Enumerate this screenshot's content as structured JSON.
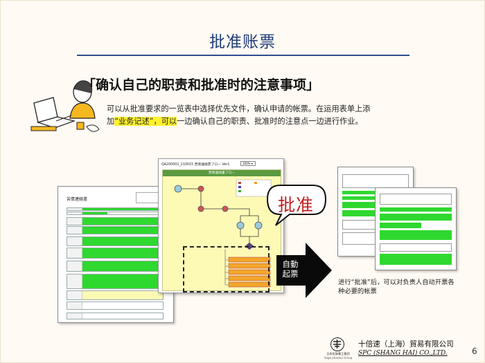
{
  "slide": {
    "title": "批准账票",
    "subtitle": "「确认自己的职责和批准时的注意事项」",
    "desc_line1": "可以从批准要求的一览表中选择优先文件，确认申请的帐票。在运用表单上添",
    "desc_line2_pre": "加",
    "desc_line2_hl": "“业务记述”，可以",
    "desc_line2_post": "一边确认自己的职责、批准时的注意点一边进行作业。",
    "highlight_color": "#fff12e"
  },
  "form_doc": {
    "title": "苦情連絡書"
  },
  "flow_window": {
    "header": "QA200001_210015 苦情連絡票フロー Ver1",
    "zoom": "100% ▾",
    "bar_label": "苦情連絡書フロー"
  },
  "bubble": {
    "text": "批准"
  },
  "arrow": {
    "line1": "自動",
    "line2": "起票"
  },
  "result_text": "进行“批准”后，可以对负责人自动开票各种必要的帐票",
  "footer": {
    "company_cn": "十倍速（上海）貿易有限公司",
    "company_en": "SPC (SHANG HAI) CO.,LTD.",
    "logo_sub1": "日本佐賀藥工集团",
    "logo_sub2": "Saga pharma Group",
    "page": "6"
  },
  "colors": {
    "title": "#1f3d78",
    "bubble_text": "#c41e1e",
    "form_green": "#2fd82f",
    "flow_bg": "#fdfab6"
  }
}
